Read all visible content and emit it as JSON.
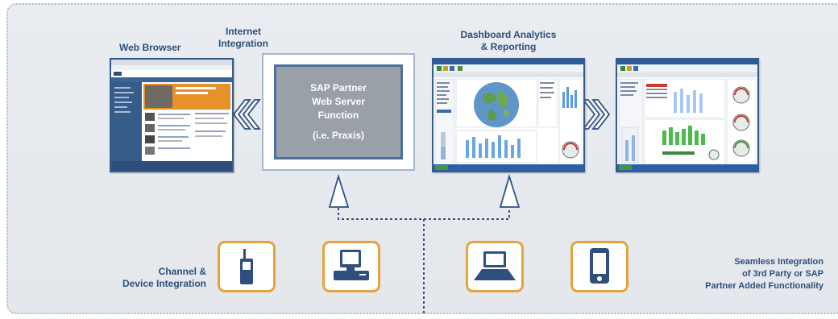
{
  "labels": {
    "web_browser": "Web Browser",
    "internet_integration_1": "Internet",
    "internet_integration_2": "Integration",
    "dashboard_1": "Dashboard Analytics",
    "dashboard_2": "& Reporting",
    "channel_1": "Channel &",
    "channel_2": "Device Integration",
    "seamless_1": "Seamless Integration",
    "seamless_2": "of 3rd Party or SAP",
    "seamless_3": "Partner Added Functionality"
  },
  "sap_box": {
    "line1": "SAP Partner",
    "line2": "Web Server",
    "line3": "Function",
    "line4": "(i.e. Praxis)"
  },
  "devices": [
    {
      "name": "walkie-talkie-icon"
    },
    {
      "name": "desktop-computer-icon"
    },
    {
      "name": "laptop-icon"
    },
    {
      "name": "smartphone-icon"
    }
  ],
  "colors": {
    "label": "#2e4f7c",
    "device_border": "#e3a43a",
    "device_icon": "#2f4f7d",
    "arrow": "#2d5288",
    "panel": "#e7eaee"
  }
}
